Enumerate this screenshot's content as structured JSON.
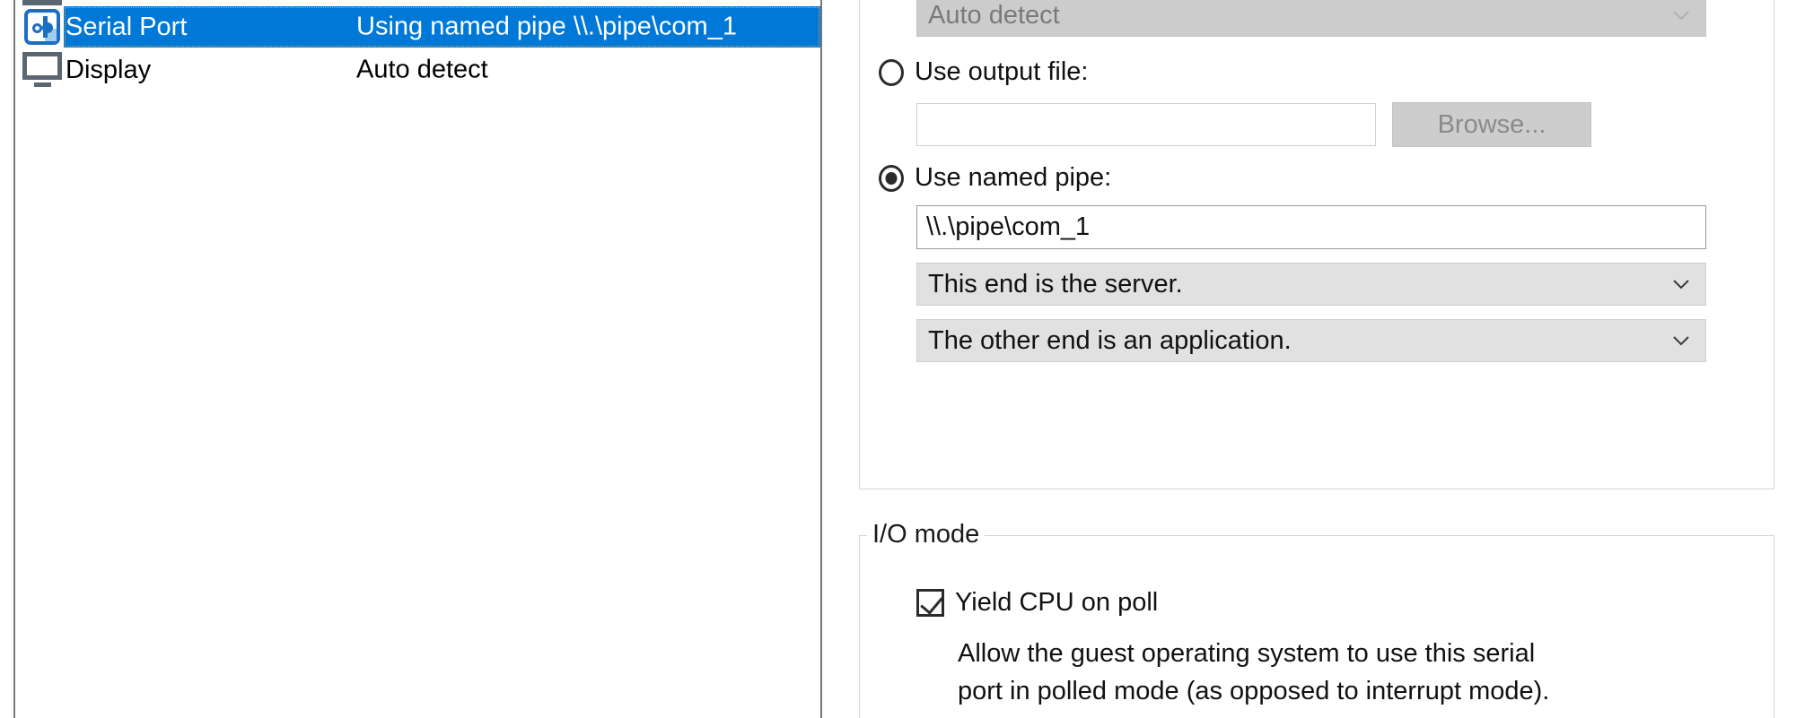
{
  "device_list": {
    "rows": [
      {
        "icon": "partial-device-icon",
        "label": "",
        "value": "",
        "selected": false,
        "partial": true
      },
      {
        "icon": "serial-port-icon",
        "label": "Serial Port",
        "value": "Using named pipe \\\\.\\pipe\\com_1",
        "selected": true,
        "partial": false
      },
      {
        "icon": "display-icon",
        "label": "Display",
        "value": "Auto detect",
        "selected": false,
        "partial": false
      }
    ]
  },
  "settings": {
    "connection_group": {
      "device_combo": {
        "value": "Auto detect",
        "enabled": false,
        "chevron": "chevron-down-icon"
      },
      "use_output_file": {
        "label": "Use output file:",
        "checked": false,
        "path_value": "",
        "path_placeholder": "",
        "browse_label": "Browse...",
        "browse_enabled": false
      },
      "use_named_pipe": {
        "label": "Use named pipe:",
        "checked": true,
        "pipe_value": "\\\\.\\pipe\\com_1",
        "end_role_combo": {
          "value": "This end is the server.",
          "chevron": "chevron-down-icon"
        },
        "other_end_combo": {
          "value": "The other end is an application.",
          "chevron": "chevron-down-icon"
        }
      }
    },
    "io_mode_group": {
      "title": "I/O mode",
      "yield_cpu": {
        "label": "Yield CPU on poll",
        "checked": true
      },
      "description": "Allow the guest operating system to use this serial port in polled mode (as opposed to interrupt mode)."
    }
  },
  "colors": {
    "selection_blue": "#0078d7",
    "icon_blue": "#1b6ec2",
    "icon_blue_light": "#9fcdf0",
    "icon_gray": "#5a6672",
    "combo_bg": "#e1e1e1",
    "combo_disabled_bg": "#cccccc",
    "button_disabled_bg": "#cdcdcd",
    "disabled_text": "#7a7a7a",
    "panel_border": "#6e7880",
    "group_border": "#d4d4d4"
  }
}
